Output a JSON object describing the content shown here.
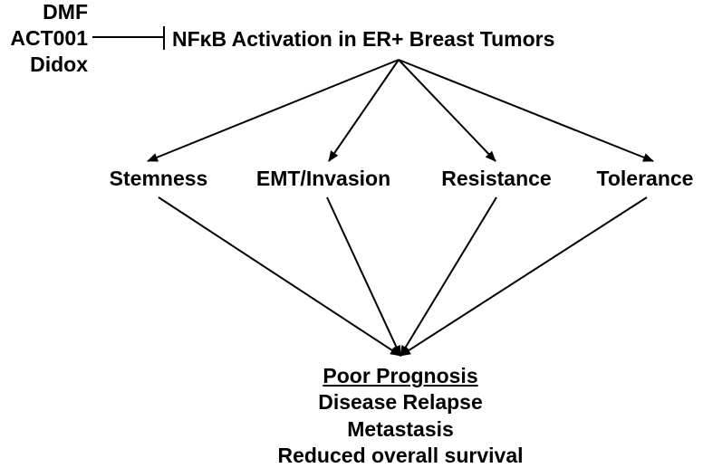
{
  "inhibitors": [
    "DMF",
    "ACT001",
    "Didox"
  ],
  "top_node": "NFκB Activation in ER+ Breast Tumors",
  "middle_nodes": [
    "Stemness",
    "EMT/Invasion",
    "Resistance",
    "Tolerance"
  ],
  "outcome": {
    "title": "Poor Prognosis",
    "items": [
      "Disease Relapse",
      "Metastasis",
      "Reduced overall survival"
    ]
  }
}
